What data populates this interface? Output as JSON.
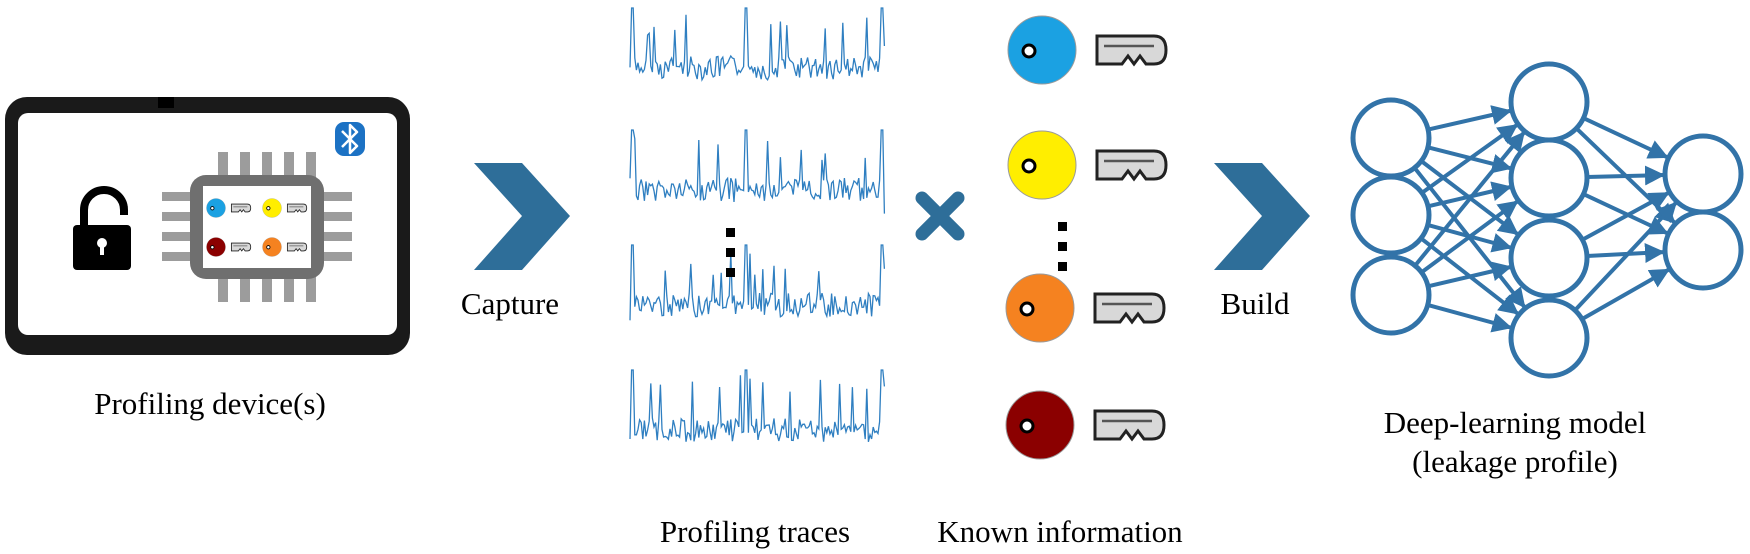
{
  "labels": {
    "device": "Profiling device(s)",
    "capture": "Capture",
    "traces": "Profiling traces",
    "known": "Known information",
    "build": "Build",
    "model_line1": "Deep-learning model",
    "model_line2": "(leakage profile)"
  },
  "colors": {
    "arrow": "#2e6e99",
    "trace": "#2f7fc1",
    "network": "#3273a8",
    "keys": [
      "#1ba1e2",
      "#ffee00",
      "#f58220",
      "#8b0000"
    ],
    "chip_keys": [
      "#1ba1e2",
      "#ffee00",
      "#8b0000",
      "#f58220"
    ],
    "bluetooth": "#1c72c4"
  },
  "icons": [
    "unlocked-padlock-icon",
    "bluetooth-icon",
    "chip-icon",
    "key-icon",
    "multiply-icon",
    "chevron-arrow-icon",
    "neural-network-icon"
  ],
  "network_layers": [
    3,
    4,
    2
  ]
}
